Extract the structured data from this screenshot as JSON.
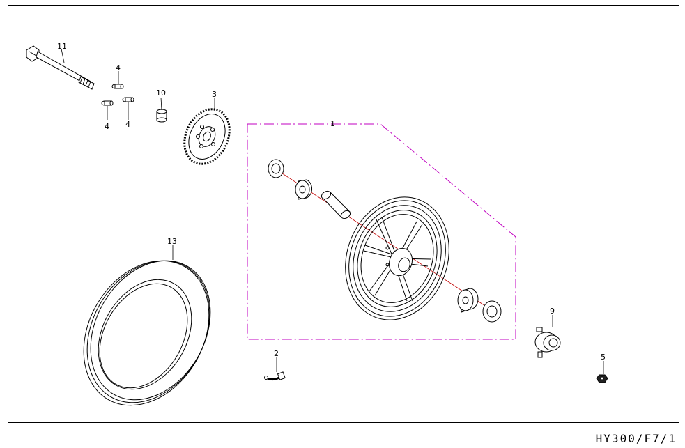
{
  "drawing_code": "HY300/F7/1",
  "colors": {
    "line": "#000000",
    "assembly_outline": "#c000c0",
    "axis_line": "#c00000"
  },
  "parts": [
    {
      "id": "axle",
      "number": "11"
    },
    {
      "id": "bolt_a",
      "number": "4"
    },
    {
      "id": "bolt_b",
      "number": "4"
    },
    {
      "id": "bolt_c",
      "number": "4"
    },
    {
      "id": "collar",
      "number": "10"
    },
    {
      "id": "brake_disc",
      "number": "3"
    },
    {
      "id": "wheel_assembly",
      "number": "1"
    },
    {
      "id": "tire",
      "number": "13"
    },
    {
      "id": "valve",
      "number": "2"
    },
    {
      "id": "speedo_gear",
      "number": "9"
    },
    {
      "id": "nut",
      "number": "5"
    }
  ]
}
